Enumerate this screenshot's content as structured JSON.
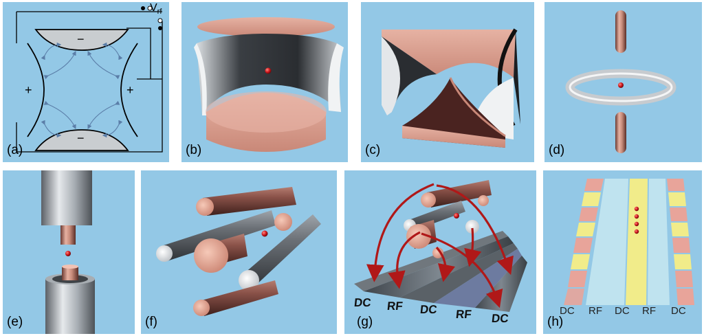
{
  "panels": {
    "a": {
      "label": "(a)",
      "plus_left": "+",
      "plus_right": "+",
      "minus_top": "−",
      "minus_bottom": "−",
      "vrf_main": "V",
      "vrf_sub": "rf"
    },
    "b": {
      "label": "(b)"
    },
    "c": {
      "label": "(c)"
    },
    "d": {
      "label": "(d)"
    },
    "e": {
      "label": "(e)"
    },
    "f": {
      "label": "(f)"
    },
    "g": {
      "label": "(g)",
      "electrodes": [
        "DC",
        "RF",
        "DC",
        "RF",
        "DC"
      ]
    },
    "h": {
      "label": "(h)",
      "electrodes": [
        "DC",
        "RF",
        "DC",
        "RF",
        "DC"
      ]
    }
  },
  "colors": {
    "background": "#93c8e6",
    "copper": "#d99a88",
    "steel": "#9aa0a6",
    "ion": "#c8141a",
    "arrow": "#b01818",
    "dc_yellow": "#f1ec8a",
    "rf_blue": "#bfe3ef",
    "pad_pink": "#e8a49a"
  }
}
